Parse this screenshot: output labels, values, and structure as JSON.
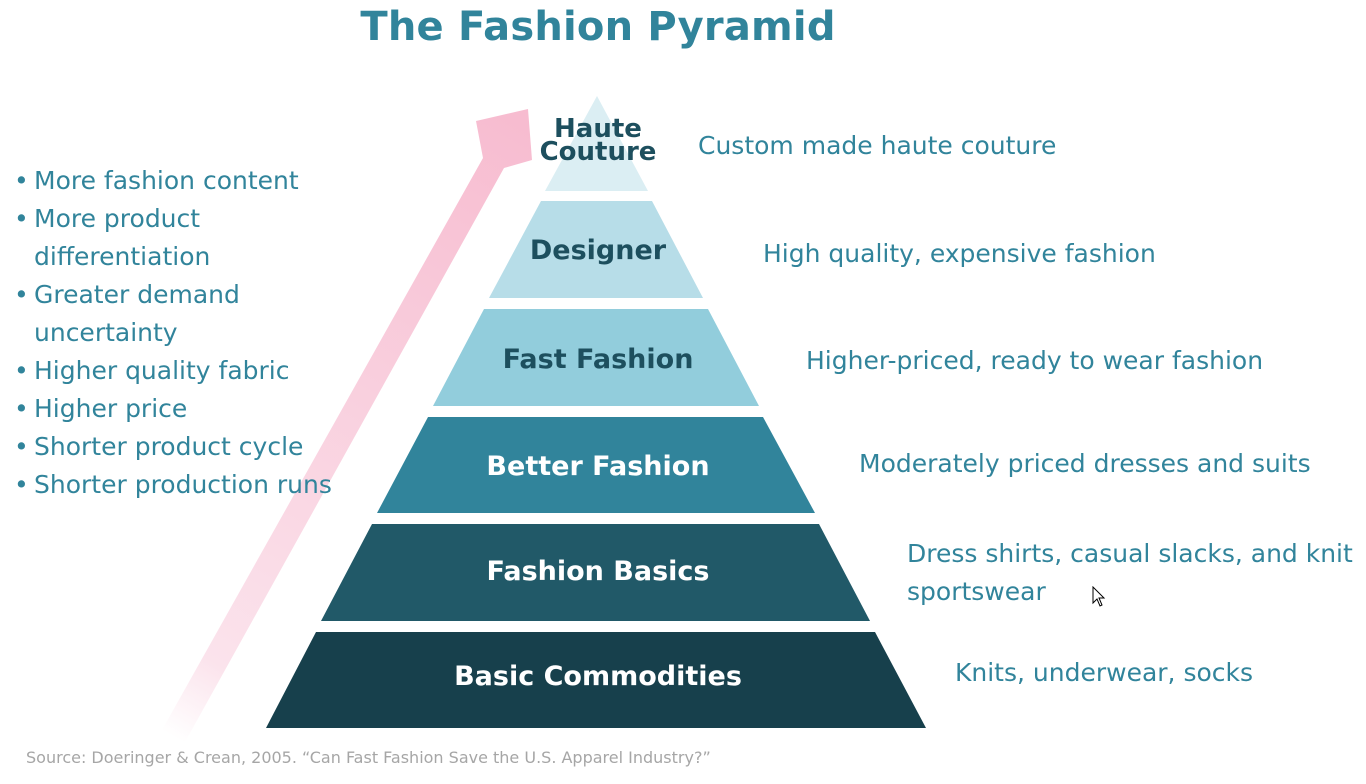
{
  "title": "The Fashion Pyramid",
  "bullets": [
    "More fashion content",
    "More product differentiation",
    "Greater demand uncertainty",
    "Higher quality fabric",
    "Higher price",
    "Shorter product cycle",
    "Shorter production runs"
  ],
  "tiers": [
    {
      "label": "Haute Couture",
      "description": "Custom made haute couture",
      "color": "#dbeef3"
    },
    {
      "label": "Designer",
      "description": "High quality, expensive fashion",
      "color": "#b7dde8"
    },
    {
      "label": "Fast Fashion",
      "description": "Higher-priced, ready to wear fashion",
      "color": "#92cddc"
    },
    {
      "label": "Better Fashion",
      "description": "Moderately priced dresses and suits",
      "color": "#31849b"
    },
    {
      "label": "Fashion Basics",
      "description": "Dress shirts, casual slacks, and knit sportswear",
      "color": "#215968"
    },
    {
      "label": "Basic Commodities",
      "description": "Knits, underwear, socks",
      "color": "#17404c"
    }
  ],
  "arrow_color": "#f9c5d6",
  "source": "Source: Doeringer & Crean, 2005. “Can Fast Fashion Save the U.S. Apparel Industry?”"
}
